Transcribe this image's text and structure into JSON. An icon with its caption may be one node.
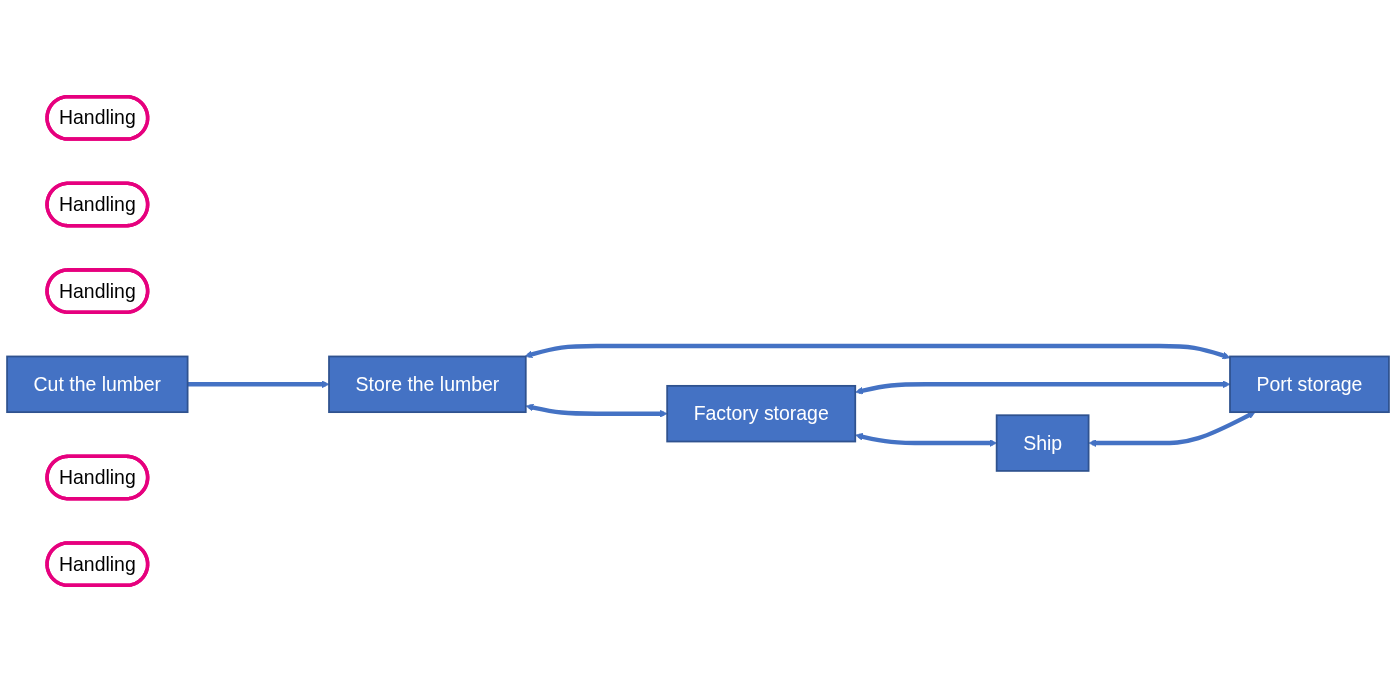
{
  "diagram": {
    "nodes": [
      {
        "text": [
          "Factory storage"
        ]
      },
      {
        "text": [
          "Handling"
        ]
      },
      {
        "text": [
          "Handling"
        ]
      },
      {
        "text": [
          "Handling"
        ]
      },
      {
        "text": [
          "Cut the lumber"
        ]
      },
      {
        "text": [
          "Store the lumber"
        ]
      },
      {
        "text": [
          "Ship"
        ]
      },
      {
        "text": [
          "Handling"
        ]
      },
      {
        "text": [
          "Handling"
        ]
      },
      {
        "text": [
          "Port storage"
        ]
      }
    ],
    "edges": [
      {
        "from": 4,
        "to": 5,
        "arrow": "to"
      },
      {
        "from": 5,
        "to": 0,
        "arrow": "both"
      },
      {
        "from": 5,
        "to": 9,
        "arrow": "both"
      },
      {
        "from": 0,
        "to": 9,
        "arrow": "both"
      },
      {
        "from": 0,
        "to": 6,
        "arrow": "both"
      },
      {
        "from": 6,
        "to": 9,
        "arrow": "both"
      }
    ]
  }
}
